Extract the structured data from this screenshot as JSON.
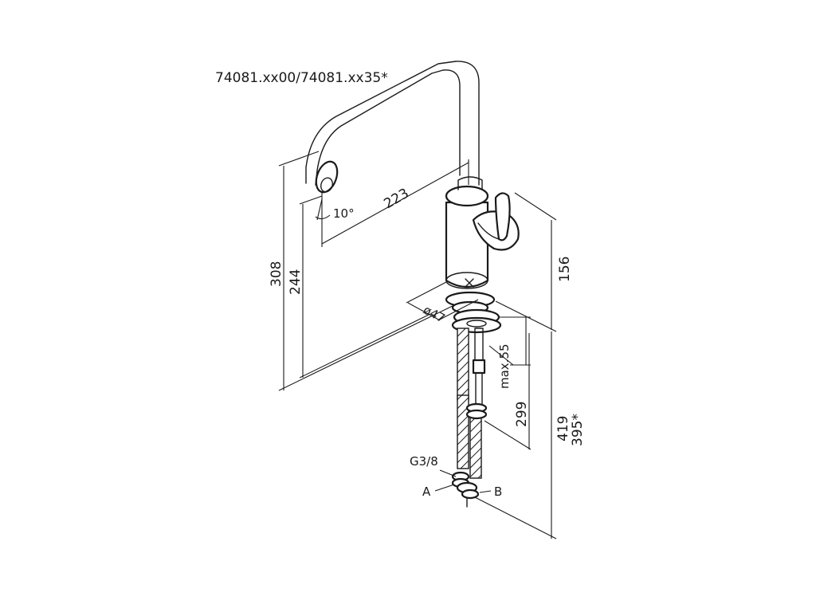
{
  "model": {
    "label": "74081.xx00/74081.xx35*"
  },
  "dimensions": {
    "reach": "223",
    "spout_angle": "10°",
    "total_height": "308",
    "outlet_height": "244",
    "body_height": "156",
    "diameter": "ø47",
    "deck_thickness": "max.55",
    "hose_length_inner": "299",
    "hose_length_total": "419",
    "hose_length_alt": "395*"
  },
  "connections": {
    "thread": "G3/8",
    "inlet_a": "A",
    "inlet_b": "B"
  }
}
